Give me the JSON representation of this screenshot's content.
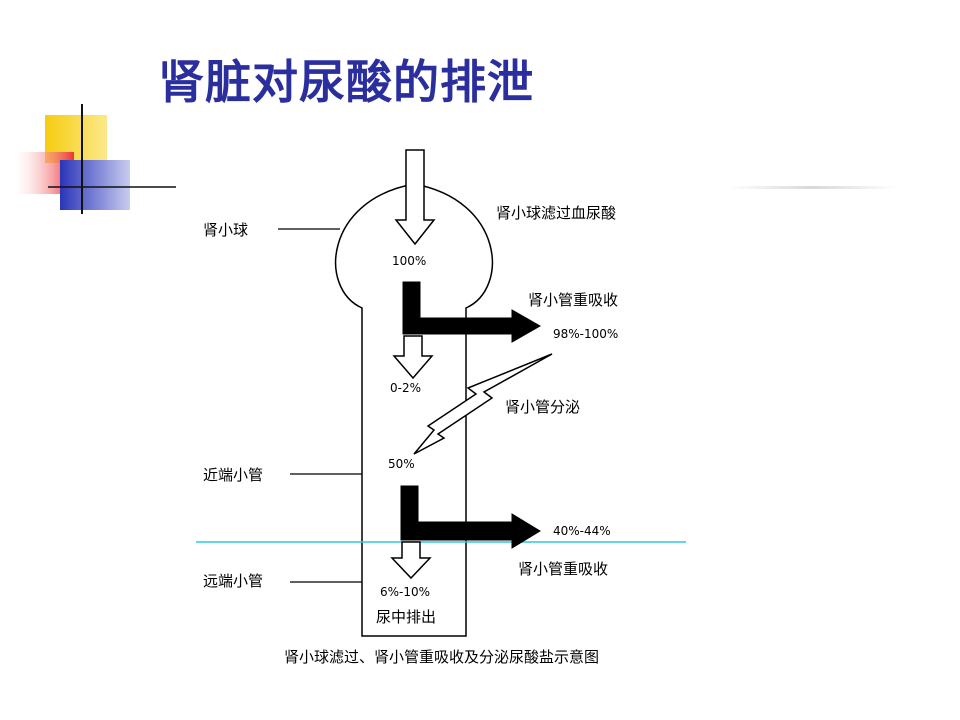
{
  "title": "肾脏对尿酸的排泄",
  "diagram": {
    "labels": {
      "glomerulus": "肾小球",
      "glomerular_filtration": "肾小球滤过血尿酸",
      "pct_100": "100%",
      "tubular_reabsorption_1": "肾小管重吸收",
      "pct_98_100": "98%-100%",
      "pct_0_2": "0-2%",
      "tubular_secretion": "肾小管分泌",
      "proximal_tubule": "近端小管",
      "pct_50": "50%",
      "pct_40_44": "40%-44%",
      "tubular_reabsorption_2": "肾小管重吸收",
      "distal_tubule": "远端小管",
      "pct_6_10": "6%-10%",
      "urine_excretion": "尿中排出"
    },
    "caption": "肾小球滤过、肾小管重吸收及分泌尿酸盐示意图"
  },
  "colors": {
    "title": "#2b2f9e",
    "decor_yellow": "#f6cc10",
    "decor_red": "#ee3338",
    "decor_blue": "#2b35b8",
    "cyan_line": "#2ec9dc"
  }
}
